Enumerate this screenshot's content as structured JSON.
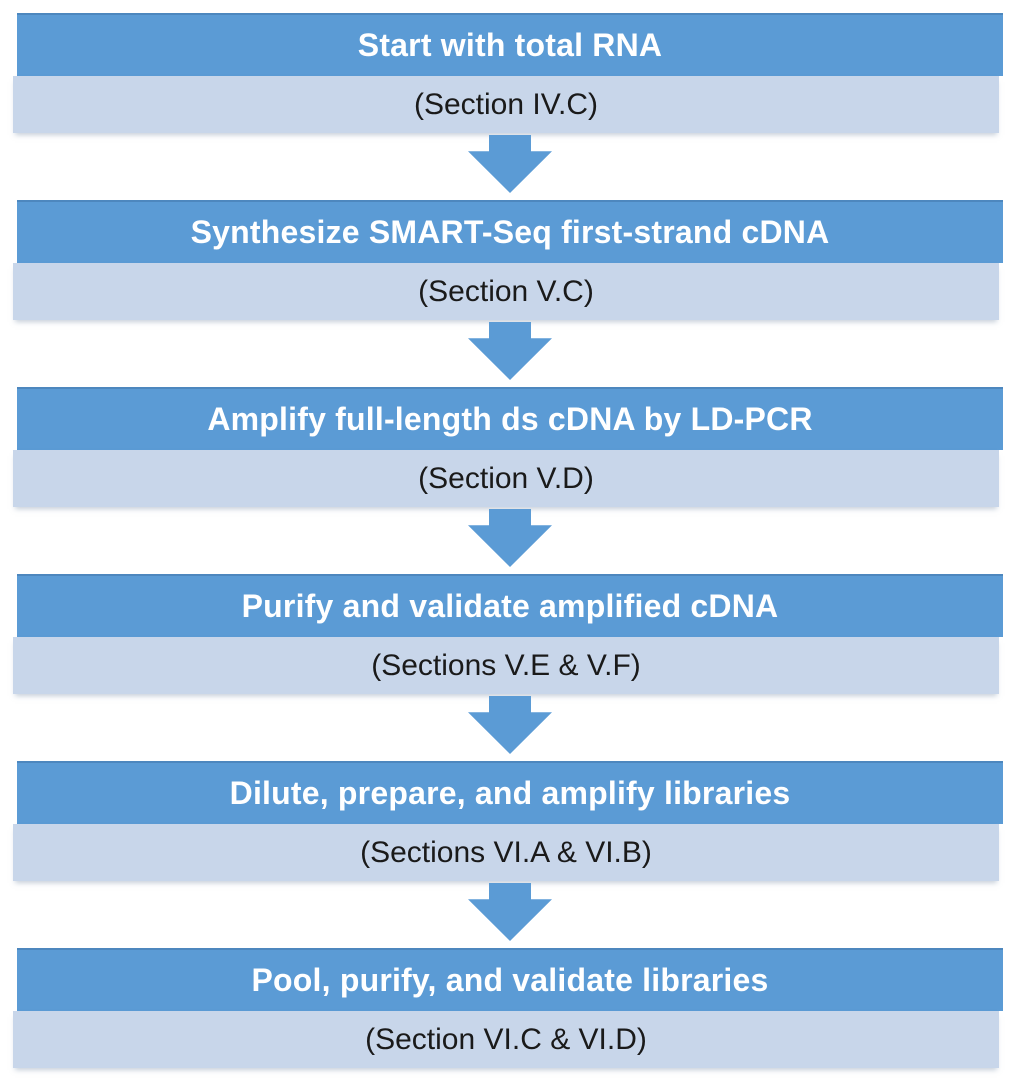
{
  "colors": {
    "header_blue": "#5b9bd5",
    "header_border_blue": "#4d87be",
    "light_blue": "#c8d6ea",
    "arrow_blue": "#5b9bd5",
    "title_text": "#ffffff",
    "section_text": "#1a1a1a",
    "background": "#ffffff"
  },
  "flow": {
    "title": "SMART-Seq workflow flowchart",
    "arrow_icon": "down-arrow-icon",
    "steps": [
      {
        "title": "Start with total RNA",
        "section": "(Section IV.C)"
      },
      {
        "title": "Synthesize SMART-Seq first-strand cDNA",
        "section": "(Section V.C)"
      },
      {
        "title": "Amplify full-length ds cDNA by LD-PCR",
        "section": "(Section V.D)"
      },
      {
        "title": "Purify and validate amplified cDNA",
        "section": "(Sections V.E & V.F)"
      },
      {
        "title": "Dilute, prepare, and amplify libraries",
        "section": "(Sections VI.A & VI.B)"
      },
      {
        "title": "Pool, purify, and validate libraries",
        "section": "(Section VI.C & VI.D)"
      }
    ]
  }
}
